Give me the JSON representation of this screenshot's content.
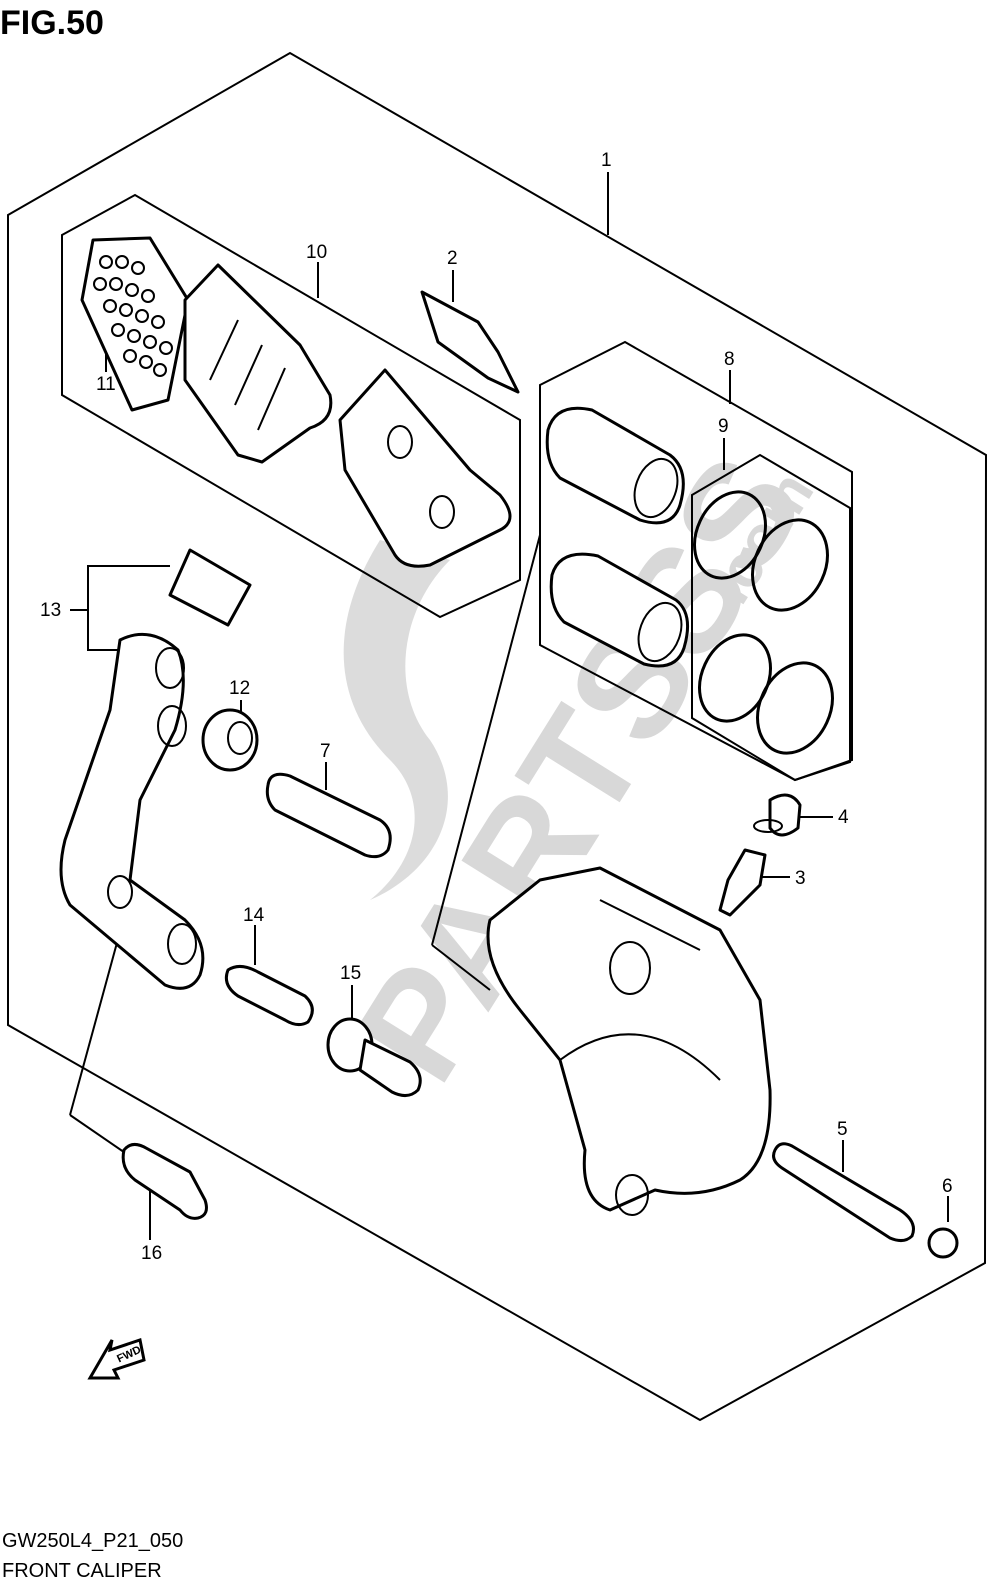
{
  "figure": {
    "title": "FIG.50",
    "code": "GW250L4_P21_050",
    "caption": "FRONT CALIPER",
    "fwd_label": "FWD"
  },
  "callouts": [
    "1",
    "2",
    "3",
    "4",
    "5",
    "6",
    "7",
    "8",
    "9",
    "10",
    "11",
    "12",
    "13",
    "14",
    "15",
    "16"
  ],
  "watermark": {
    "text": "PARTSSS",
    "suffix": ".com"
  },
  "colors": {
    "line": "#000000",
    "background": "#ffffff",
    "watermark": "#d8d8d8"
  }
}
